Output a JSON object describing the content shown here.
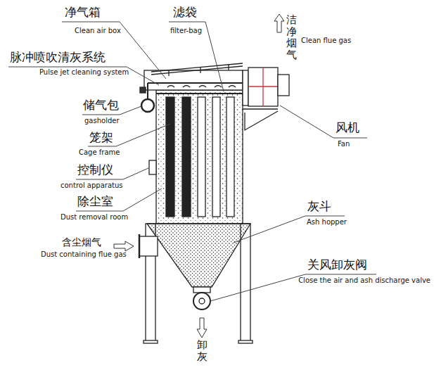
{
  "diagram": {
    "labels": [
      "净气箱",
      "Clean air box",
      "滤袋",
      "filter-bag",
      "洁净烟气",
      "Clean flue gas",
      "脉冲喷吹清灰系统",
      "Pulse jet cleaning system",
      "储气包",
      "gasholder",
      "笼架",
      "Cage frame",
      "控制仪",
      "control apparatus",
      "除尘室",
      "Dust removal room",
      "风机",
      "Fan",
      "灰斗",
      "Ash hopper",
      "含尘烟气",
      "Dust containing flue gas",
      "关风卸灰阀",
      "Close the air and ash discharge valve",
      "卸灰"
    ]
  }
}
